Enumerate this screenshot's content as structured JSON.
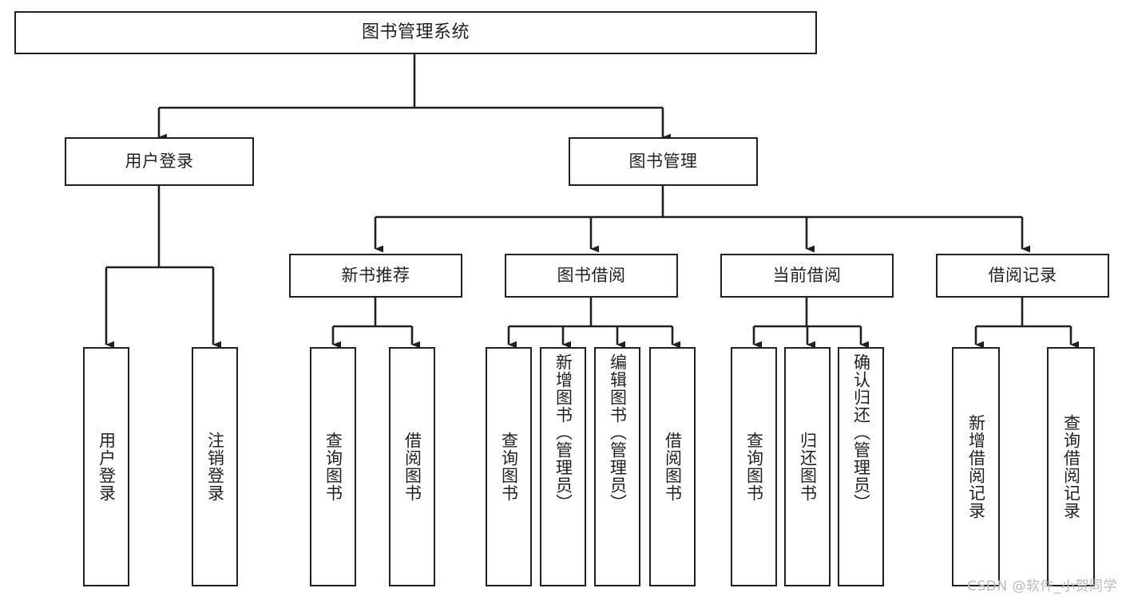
{
  "diagram": {
    "kind": "functional-structure-tree",
    "line_color": "#231f20",
    "box_fill": "#ffffff",
    "text_color": "#231f20",
    "watermark": "CSDN @软件_小贺同学",
    "root": {
      "label": "图书管理系统"
    },
    "level2": [
      {
        "label": "用户登录"
      },
      {
        "label": "图书管理"
      }
    ],
    "level3": [
      {
        "label": "新书推荐"
      },
      {
        "label": "图书借阅"
      },
      {
        "label": "当前借阅"
      },
      {
        "label": "借阅记录"
      }
    ],
    "leaves": {
      "user_login": [
        {
          "label": "用户登录"
        },
        {
          "label": "注销登录"
        }
      ],
      "new_book_recommend": [
        {
          "label": "查询图书"
        },
        {
          "label": "借阅图书"
        }
      ],
      "book_borrow": [
        {
          "label": "查询图书"
        },
        {
          "label": "新增图书（管理员）"
        },
        {
          "label": "编辑图书（管理员）"
        },
        {
          "label": "借阅图书"
        }
      ],
      "current_borrow": [
        {
          "label": "查询图书"
        },
        {
          "label": "归还图书"
        },
        {
          "label": "确认归还（管理员）"
        }
      ],
      "borrow_record": [
        {
          "label": "新增借阅记录"
        },
        {
          "label": "查询借阅记录"
        }
      ]
    }
  }
}
